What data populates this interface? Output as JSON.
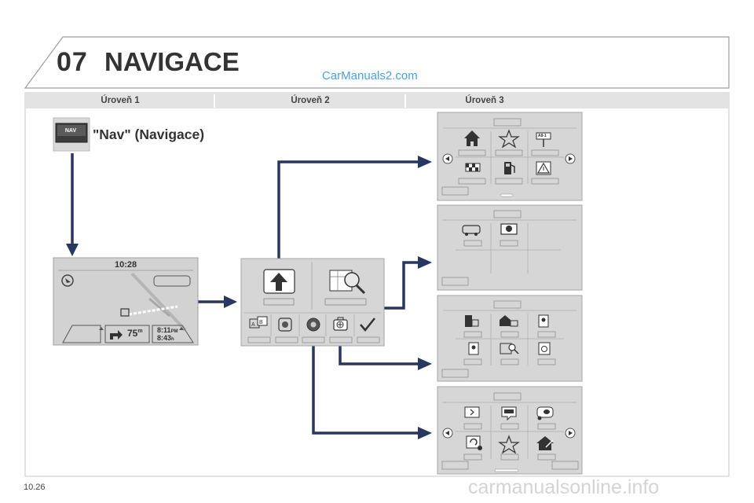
{
  "header": {
    "chapter_number": "07",
    "chapter_title": "NAVIGACE",
    "watermark": "CarManuals2.com"
  },
  "levels": [
    "Úroveň 1",
    "Úroveň 2",
    "Úroveň 3"
  ],
  "nav_button": {
    "icon_text": "NAV",
    "label": "\"Nav\" (Navigace)"
  },
  "map_screen": {
    "clock": "10:28",
    "speed": "75",
    "speed_unit": "m",
    "arrival_time": "8:11",
    "arrival_suffix": "PM",
    "remaining_time": "8:43",
    "remaining_suffix": "h"
  },
  "road_sign_text": "A8-1",
  "page_number": "10.26",
  "footer_site": "carmanualsonline.info",
  "colors": {
    "connector_arrow": "#27375f",
    "panel_fill": "#d6d6d6",
    "header_band": "#e3e3e3"
  }
}
